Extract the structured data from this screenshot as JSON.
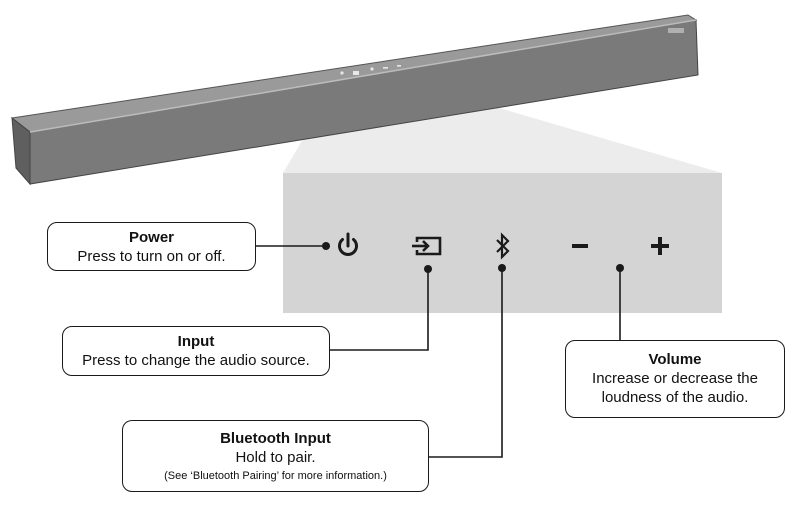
{
  "callouts": {
    "power": {
      "title": "Power",
      "desc": "Press to turn on or off."
    },
    "input": {
      "title": "Input",
      "desc": "Press to change the audio source."
    },
    "volume": {
      "title": "Volume",
      "desc_line1": "Increase or decrease the",
      "desc_line2": "loudness of the audio."
    },
    "bluetooth": {
      "title": "Bluetooth Input",
      "desc": "Hold to pair.",
      "note": "(See ‘Bluetooth Pairing’ for more information.)"
    }
  },
  "buttons": [
    {
      "name": "power-icon",
      "glyph": "⏻"
    },
    {
      "name": "input-icon",
      "glyph": "input"
    },
    {
      "name": "bluetooth-icon",
      "glyph": "bluetooth"
    },
    {
      "name": "volume-down-icon",
      "glyph": "−"
    },
    {
      "name": "volume-up-icon",
      "glyph": "+"
    }
  ],
  "colors": {
    "panel": "#d4d4d4",
    "bar_top": "#8c8c8c",
    "bar_front": "#6f6f6f",
    "outline": "#1a1a1a"
  }
}
